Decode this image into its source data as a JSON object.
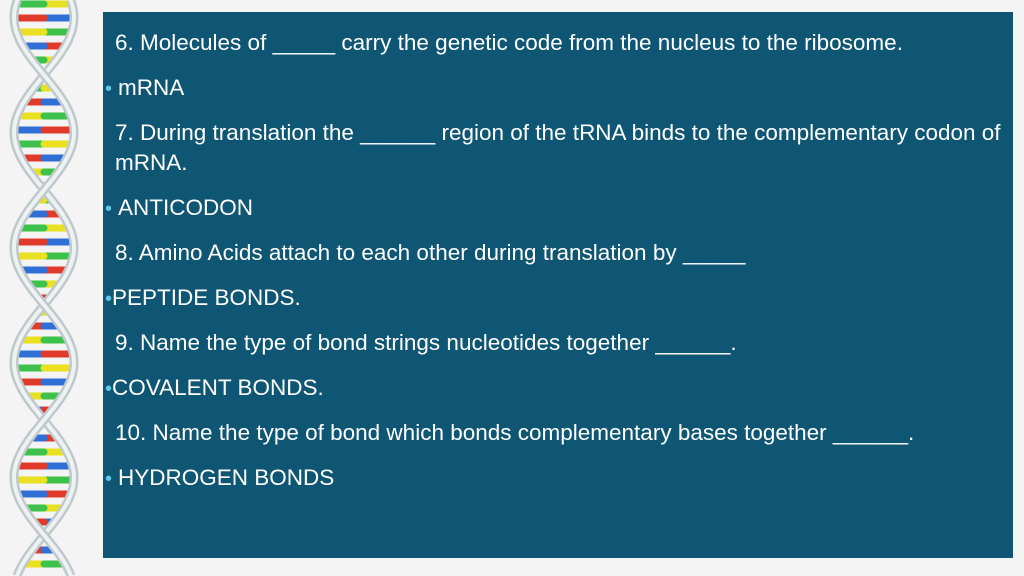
{
  "slide": {
    "items": [
      {
        "question": "6. Molecules of _____ carry the genetic code from the nucleus to the ribosome.",
        "answer": "mRNA"
      },
      {
        "question": "7. During translation the ______ region of the tRNA binds to the complementary codon of mRNA.",
        "answer": "ANTICODON"
      },
      {
        "question": "8. Amino Acids attach to each other during translation by _____",
        "answer": "PEPTIDE BONDS."
      },
      {
        "question": "9. Name the type of bond strings nucleotides together ______.",
        "answer": "COVALENT BONDS."
      },
      {
        "question": "10. Name the type of bond which bonds complementary bases together ______.",
        "answer": "HYDROGEN BONDS"
      }
    ],
    "bullet_glyph": "•"
  },
  "colors": {
    "panel": "#0f5674",
    "text": "#ffffff",
    "bullet": "#5ec6e6",
    "dna_colors": [
      "#e8e020",
      "#2f6fd6",
      "#3cc24a",
      "#e03a2a"
    ]
  },
  "icons": {
    "dna": "dna-helix-icon"
  }
}
